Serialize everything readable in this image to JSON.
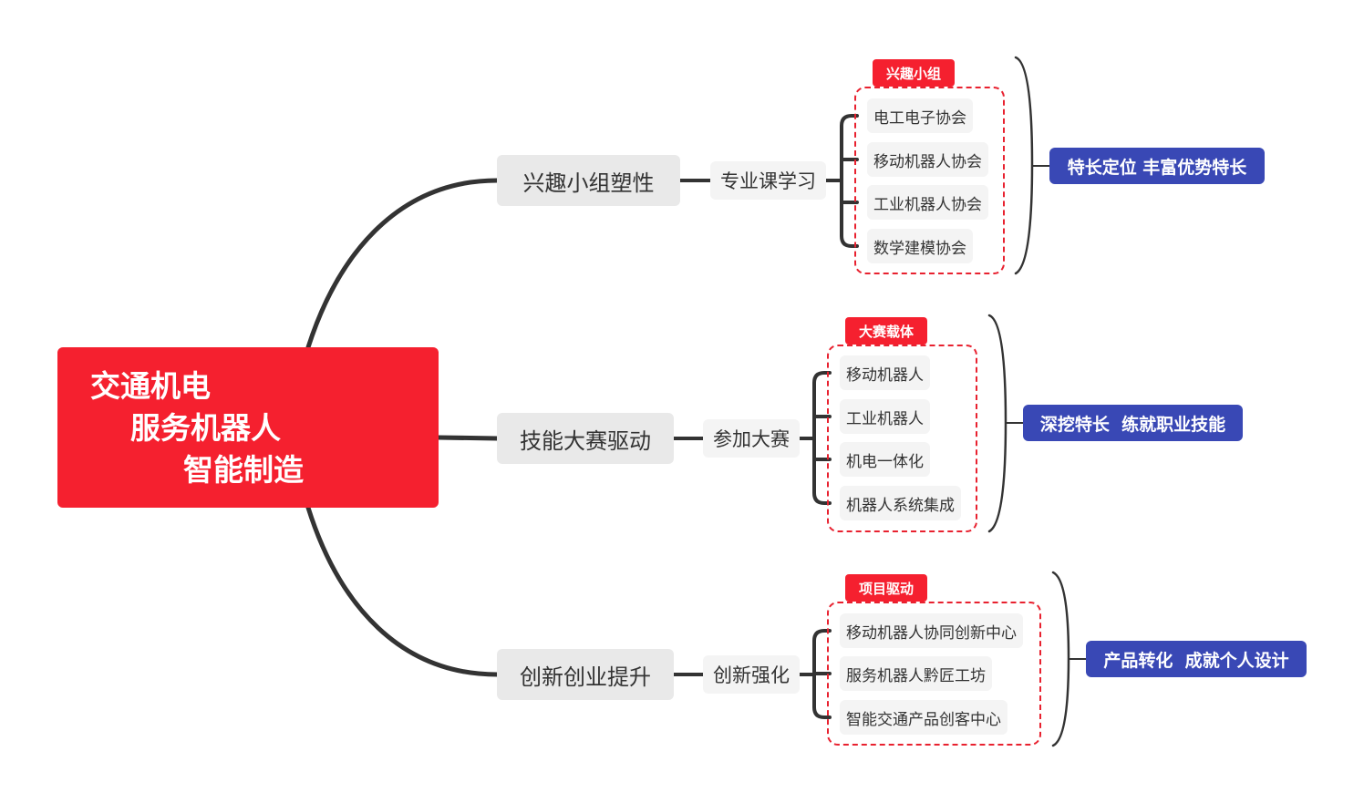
{
  "central": {
    "lines": [
      "交通机电",
      "服务机器人",
      "智能制造"
    ]
  },
  "branches": [
    {
      "main": "兴趣小组塑性",
      "sub": "专业课学习",
      "tag": "兴趣小组",
      "items": [
        "电工电子协会",
        "移动机器人协会",
        "工业机器人协会",
        "数学建模协会"
      ],
      "summary": "特长定位 丰富优势特长"
    },
    {
      "main": "技能大赛驱动",
      "sub": "参加大赛",
      "tag": "大赛载体",
      "items": [
        "移动机器人",
        "工业机器人",
        "机电一体化",
        "机器人系统集成"
      ],
      "summary": "深挖特长  练就职业技能"
    },
    {
      "main": "创新创业提升",
      "sub": "创新强化",
      "tag": "项目驱动",
      "items": [
        "移动机器人协同创新中心",
        "服务机器人黔匠工坊",
        "智能交通产品创客中心"
      ],
      "summary": "产品转化  成就个人设计"
    }
  ],
  "colors": {
    "central": "#f5202f",
    "summary": "#3948b5",
    "line": "#333333",
    "dash": "#e8212f"
  }
}
